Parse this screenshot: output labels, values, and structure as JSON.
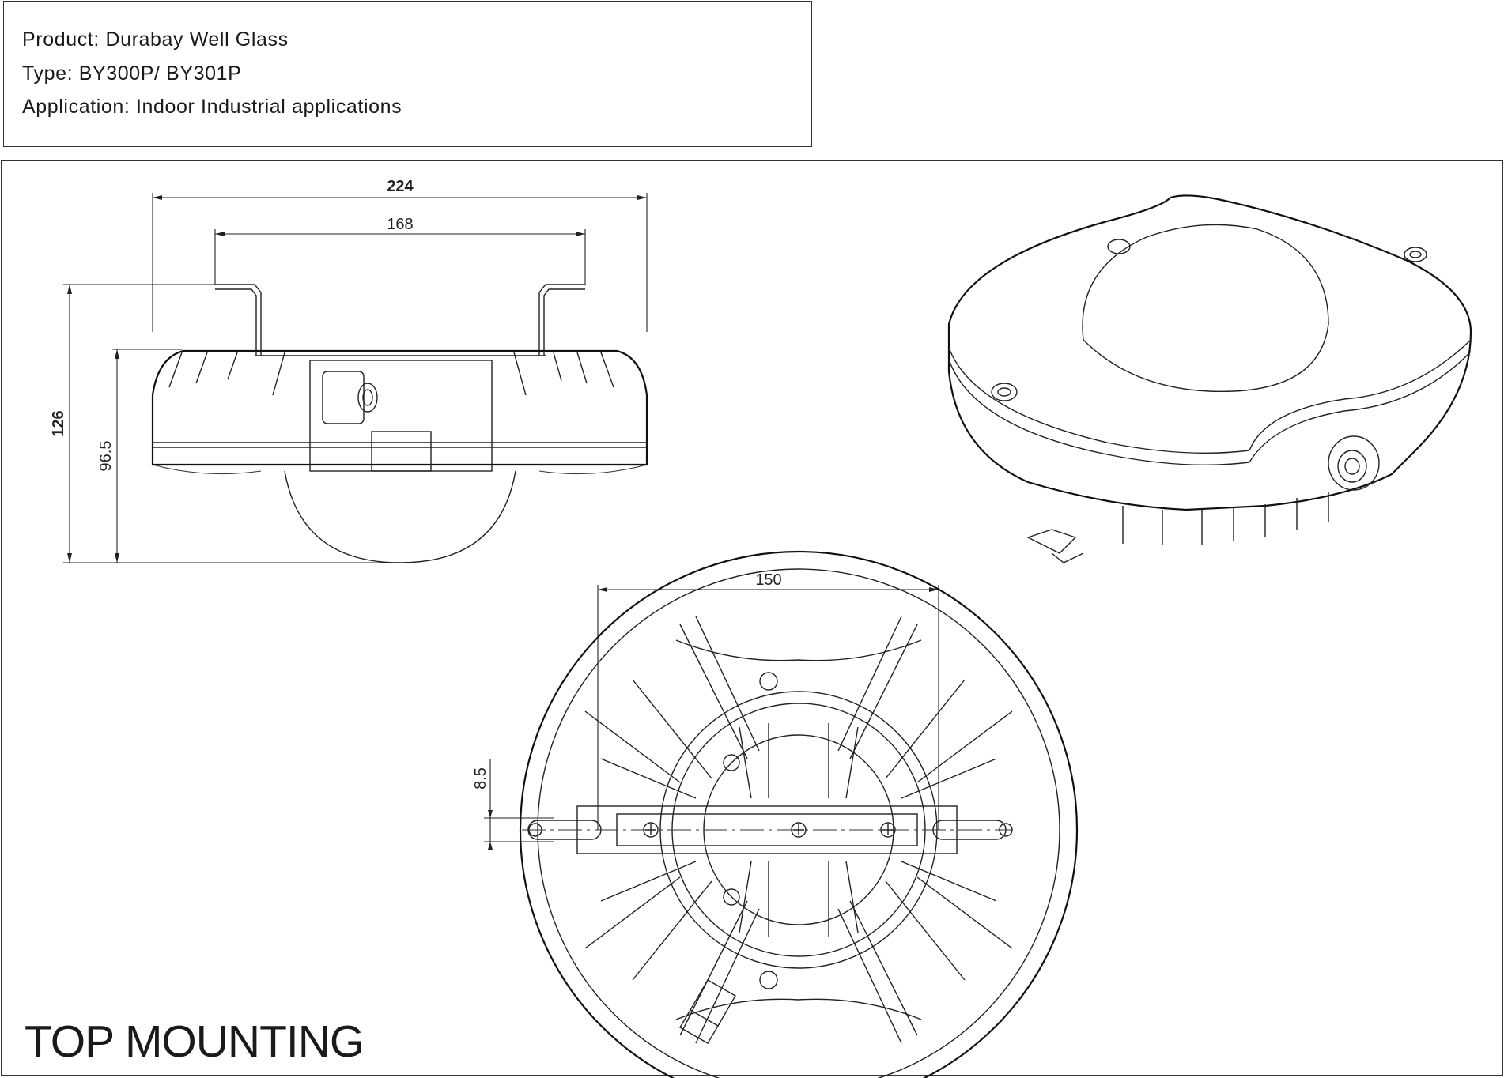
{
  "info": {
    "product": "Product: Durabay Well Glass",
    "type": "Type: BY300P/ BY301P",
    "application": "Application: Indoor Industrial applications"
  },
  "dimensions": {
    "overall_width": "224",
    "bracket_width": "168",
    "overall_height": "126",
    "body_height": "96.5",
    "slot_spacing": "150",
    "slot_width": "8.5"
  },
  "footer": {
    "label": "TOP MOUNTING"
  }
}
